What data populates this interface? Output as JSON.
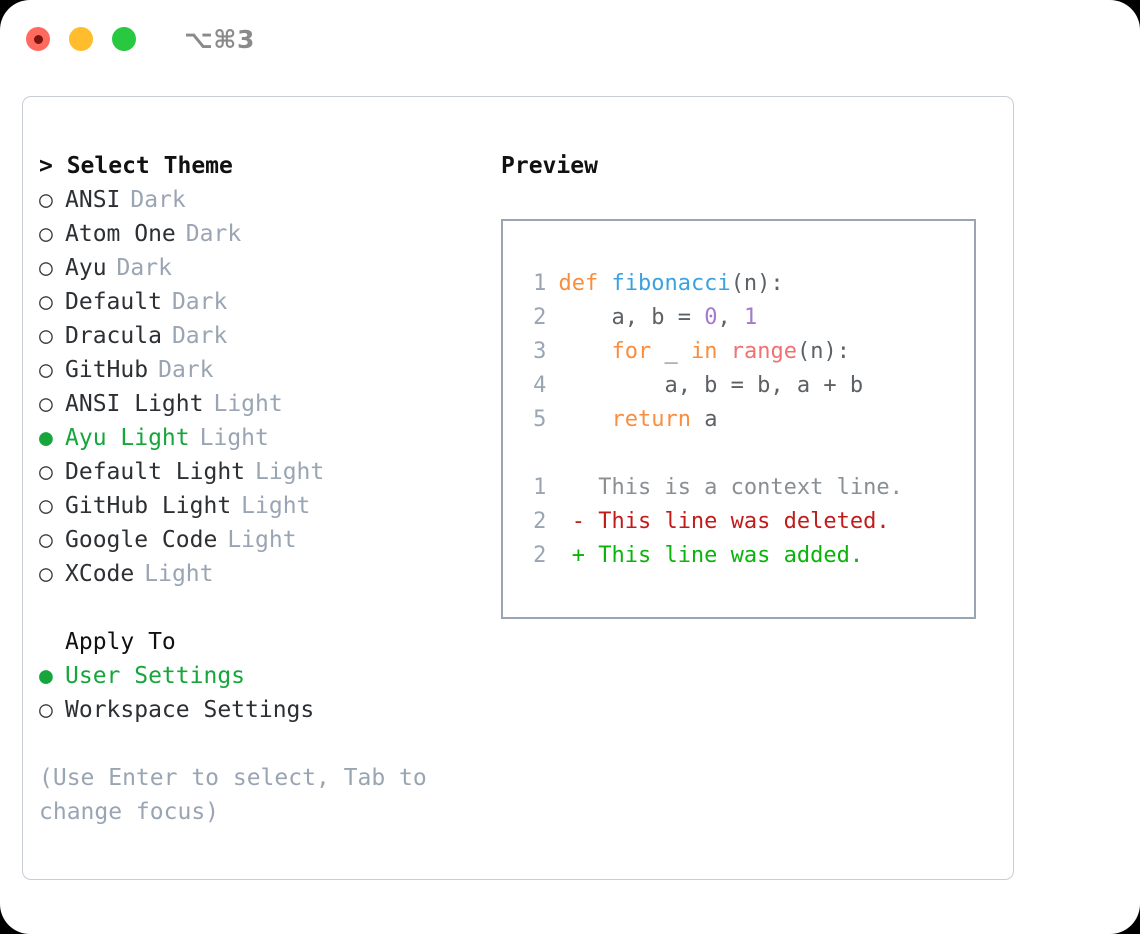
{
  "titlebar": {
    "shortcut": "⌥⌘3",
    "lights": [
      {
        "name": "close",
        "color": "#ff6a5e"
      },
      {
        "name": "minimize",
        "color": "#ffbd2e"
      },
      {
        "name": "maximize",
        "color": "#28c840"
      }
    ]
  },
  "theme_picker": {
    "heading": "> Select Theme",
    "selected_marker": "●",
    "unselected_marker": "○",
    "items": [
      {
        "label": "ANSI",
        "category": "Dark",
        "selected": false
      },
      {
        "label": "Atom One",
        "category": "Dark",
        "selected": false
      },
      {
        "label": "Ayu",
        "category": "Dark",
        "selected": false
      },
      {
        "label": "Default",
        "category": "Dark",
        "selected": false
      },
      {
        "label": "Dracula",
        "category": "Dark",
        "selected": false
      },
      {
        "label": "GitHub",
        "category": "Dark",
        "selected": false
      },
      {
        "label": "ANSI Light",
        "category": "Light",
        "selected": false
      },
      {
        "label": "Ayu Light",
        "category": "Light",
        "selected": true
      },
      {
        "label": "Default Light",
        "category": "Light",
        "selected": false
      },
      {
        "label": "GitHub Light",
        "category": "Light",
        "selected": false
      },
      {
        "label": "Google Code",
        "category": "Light",
        "selected": false
      },
      {
        "label": "XCode",
        "category": "Light",
        "selected": false
      }
    ]
  },
  "apply_to": {
    "heading": "Apply To",
    "items": [
      {
        "label": "User Settings",
        "selected": true
      },
      {
        "label": "Workspace Settings",
        "selected": false
      }
    ]
  },
  "hint": "(Use Enter to select, Tab to change focus)",
  "preview": {
    "title": "Preview",
    "code_lines": [
      {
        "num": "1",
        "tokens": [
          {
            "text": "def ",
            "type": "keyword"
          },
          {
            "text": "fibonacci",
            "type": "function"
          },
          {
            "text": "(n):",
            "type": "plain"
          }
        ]
      },
      {
        "num": "2",
        "tokens": [
          {
            "text": "    a, b = ",
            "type": "plain"
          },
          {
            "text": "0",
            "type": "number"
          },
          {
            "text": ", ",
            "type": "plain"
          },
          {
            "text": "1",
            "type": "number"
          }
        ]
      },
      {
        "num": "3",
        "tokens": [
          {
            "text": "    ",
            "type": "plain"
          },
          {
            "text": "for",
            "type": "keyword"
          },
          {
            "text": " _ ",
            "type": "plain"
          },
          {
            "text": "in",
            "type": "keyword"
          },
          {
            "text": " ",
            "type": "plain"
          },
          {
            "text": "range",
            "type": "builtin"
          },
          {
            "text": "(n):",
            "type": "plain"
          }
        ]
      },
      {
        "num": "4",
        "tokens": [
          {
            "text": "        a, b = b, a + b",
            "type": "plain"
          }
        ]
      },
      {
        "num": "5",
        "tokens": [
          {
            "text": "    ",
            "type": "plain"
          },
          {
            "text": "return",
            "type": "keyword"
          },
          {
            "text": " a",
            "type": "plain"
          }
        ]
      }
    ],
    "diff_lines": [
      {
        "num": "1",
        "marker": "  ",
        "text": "This is a context line.",
        "type": "context"
      },
      {
        "num": "2",
        "marker": "- ",
        "text": "This line was deleted.",
        "type": "deleted"
      },
      {
        "num": "2",
        "marker": "+ ",
        "text": "This line was added.",
        "type": "added"
      }
    ]
  },
  "colors": {
    "accent_green": "#16a63c",
    "muted": "#9aa5b4",
    "keyword": "#fa8d3e",
    "function": "#3aa2e0",
    "number": "#a37acc",
    "builtin": "#f07171",
    "diff_deleted": "#c01c1c",
    "diff_added": "#0ab40a",
    "panel_border": "#c9cdd4",
    "preview_border": "#9aa5b4"
  }
}
